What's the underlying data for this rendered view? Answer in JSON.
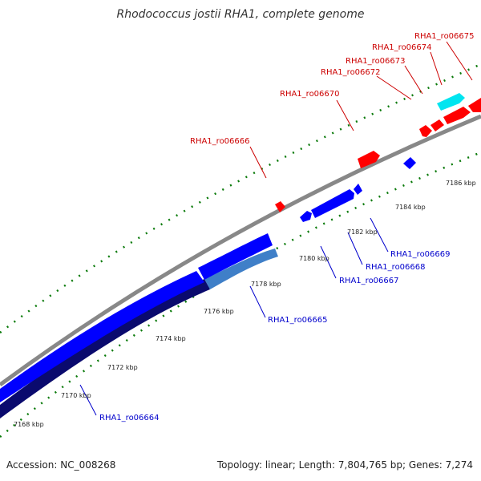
{
  "title": "Rhodococcus jostii RHA1, complete genome",
  "footer": {
    "accession": "Accession: NC_008268",
    "summary": "Topology: linear; Length: 7,804,765 bp; Genes: 7,274"
  },
  "colors": {
    "backbone": "#888888",
    "forward_gene": "#ff0000",
    "forward_cyan": "#00e5f0",
    "reverse_gene": "#0000ff",
    "reverse_dark": "#0a0a6e",
    "reverse_light": "#3f7fc8",
    "tick": "#0a7a0a",
    "forward_label": "#cc0000",
    "reverse_label": "#0000cc"
  },
  "kbp_labels": [
    "7168 kbp",
    "7170 kbp",
    "7172 kbp",
    "7174 kbp",
    "7176 kbp",
    "7178 kbp",
    "7180 kbp",
    "7182 kbp",
    "7184 kbp",
    "7186 kbp"
  ],
  "forward_genes": [
    "RHA1_ro06666",
    "RHA1_ro06670",
    "RHA1_ro06672",
    "RHA1_ro06673",
    "RHA1_ro06674",
    "RHA1_ro06675"
  ],
  "reverse_genes": [
    "RHA1_ro06664",
    "RHA1_ro06665",
    "RHA1_ro06667",
    "RHA1_ro06668",
    "RHA1_ro06669"
  ]
}
